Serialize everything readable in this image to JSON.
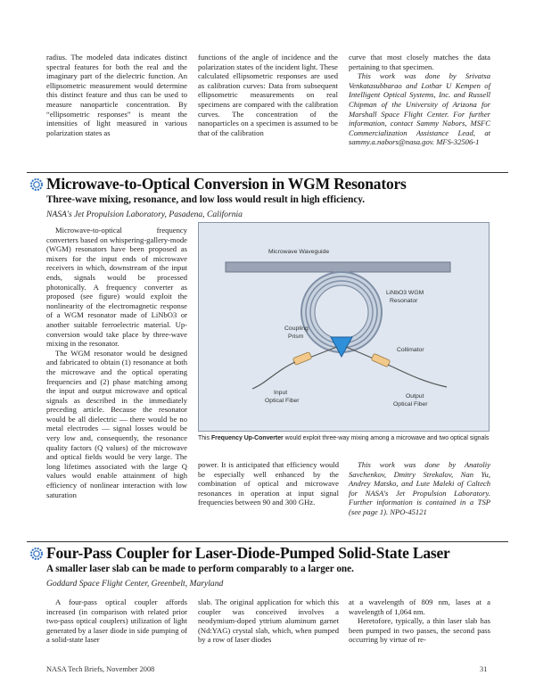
{
  "top_columns": {
    "col1": "radius. The modeled data indicates distinct spectral features for both the real and the imaginary part of the dielectric function. An ellipsometric measurement would determine this distinct feature and thus can be used to measure nanoparticle concentration. By “ellipsometric responses” is meant the intensities of light measured in various polarization states as",
    "col2": "functions of the angle of incidence and the polarization states of the incident light. These calculated ellipsometric responses are used as calibration curves: Data from subsequent ellipsometric measurements on real specimens are compared with the calibration curves. The concentration of the nanoparticles on a specimen is assumed to be that of the calibration",
    "col3_p1": "curve that most closely matches the data pertaining to that specimen.",
    "col3_p2": "This work was done by Srivatsa Venkatasubbarao and Lothar U Kempen of Intelligent Optical Systems, Inc. and Russell Chipman of the University of Arizona for Marshall Space Flight Center. For further information, contact Sammy Nabors, MSFC Commercialization Assistance Lead, at sammy.a.nabors@nasa.gov. MFS-32506-1"
  },
  "article1": {
    "title": "Microwave-to-Optical Conversion in WGM Resonators",
    "subtitle": "Three-wave mixing, resonance, and low loss would result in high efficiency.",
    "affiliation": "NASA's Jet Propulsion Laboratory, Pasadena, California",
    "left_p1": "Microwave-to-optical frequency converters based on whispering-gallery-mode (WGM) resonators have been proposed as mixers for the input ends of microwave receivers in which, downstream of the input ends, signals would be processed photonically. A frequency converter as proposed (see figure) would exploit the nonlinearity of the electromagnetic response of a WGM resonator made of LiNbO3 or another suitable ferroelectric material. Up-conversion would take place by three-wave mixing in the resonator.",
    "left_p2": "The WGM resonator would be designed and fabricated to obtain (1) resonance at both the microwave and the optical operating frequencies and (2) phase matching among the input and output microwave and optical signals as described in the immediately preceding article. Because the resonator would be all dielectric — there would be no metal electrodes — signal losses would be very low and, consequently, the resonance quality factors (Q values) of the microwave and optical fields would be very large. The long lifetimes associated with the large Q values would enable attainment of high efficiency of nonlinear interaction with low saturation",
    "figure_labels": {
      "waveguide": "Microwave Waveguide",
      "resonator_line1": "LiNbO3 WGM",
      "resonator_line2": "Resonator",
      "prism_line1": "Coupling",
      "prism_line2": "Prism",
      "collimator": "Collimator",
      "input_line1": "Input",
      "input_line2": "Optical Fiber",
      "output_line1": "Output",
      "output_line2": "Optical Fiber"
    },
    "caption_prefix": "This ",
    "caption_bold": "Frequency Up-Converter",
    "caption_rest": " would exploit three-way mixing among a microwave and two optical signals",
    "mid_text": "power. It is anticipated that efficiency would be especially well enhanced by the combination of optical and microwave resonances in operation at input signal frequencies between 90 and 300 GHz.",
    "right_credit": "This work was done by Anatoliy Savchenkov, Dmitry Strekalov, Nan Yu, Andrey Matsko, and Lute Maleki of Caltech for NASA's Jet Propulsion Laboratory. Further information is contained in a TSP (see page 1). NPO-45121"
  },
  "article2": {
    "title": "Four-Pass Coupler for Laser-Diode-Pumped Solid-State Laser",
    "subtitle": "A smaller laser slab can be made to perform comparably to a larger one.",
    "affiliation": "Goddard Space Flight Center, Greenbelt, Maryland",
    "col1": "A four-pass optical coupler affords increased (in comparison with related prior two-pass optical couplers) utilization of light generated by a laser diode in side pumping of a solid-state laser",
    "col2": "slab. The original application for which this coupler was conceived involves a neodymium-doped yttrium aluminum garnet (Nd:YAG) crystal slab, which, when pumped by a row of laser diodes",
    "col3_p1": "at a wavelength of 809 nm, lases at a wavelength of 1,064 nm.",
    "col3_p2": "Heretofore, typically, a thin laser slab has been pumped in two passes, the second pass occurring by virtue of re-"
  },
  "footer": {
    "left": "NASA Tech Briefs, November 2008",
    "right": "31"
  },
  "colors": {
    "figure_bg": "#dfe6ef",
    "resonator_rings": "#7f8fa6",
    "prism": "#2f8fd8",
    "waveguide": "#9aa4b5"
  }
}
